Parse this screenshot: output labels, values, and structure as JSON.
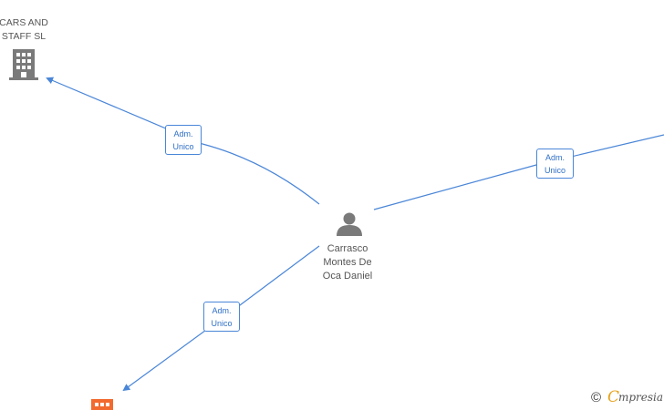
{
  "nodes": {
    "company_top": {
      "label_line1": "CARS AND",
      "label_line2": "STAFF  SL",
      "icon": "building-icon",
      "color": "#7a7a7a"
    },
    "person": {
      "label_line1": "Carrasco",
      "label_line2": "Montes De",
      "label_line3": "Oca Daniel",
      "icon": "person-icon",
      "color": "#7a7a7a"
    },
    "company_bottom": {
      "icon": "building-icon",
      "color": "#f26a2e"
    }
  },
  "relations": [
    {
      "line1": "Adm.",
      "line2": "Unico"
    },
    {
      "line1": "Adm.",
      "line2": "Unico"
    },
    {
      "line1": "Adm.",
      "line2": "Unico"
    }
  ],
  "colors": {
    "edge": "#4a86d8",
    "label_text": "#555555"
  },
  "brand": {
    "copyright": "©",
    "e": "C",
    "rest": "mpresia"
  }
}
